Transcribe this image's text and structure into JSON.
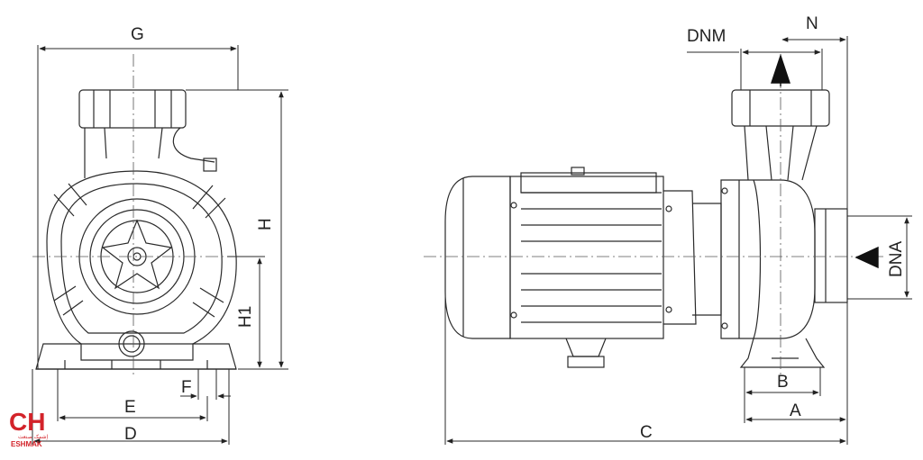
{
  "labels": {
    "G": "G",
    "H": "H",
    "H1": "H1",
    "E": "E",
    "F": "F",
    "D": "D",
    "DNM": "DNM",
    "N": "N",
    "DNA": "DNA",
    "B": "B",
    "A": "A",
    "C": "C"
  },
  "logo": {
    "main": "CH",
    "sub": "ESHMAK",
    "fa": "اِشمک صنعت"
  },
  "colors": {
    "line": "#2a2a2a",
    "logo": "#d3232a"
  }
}
